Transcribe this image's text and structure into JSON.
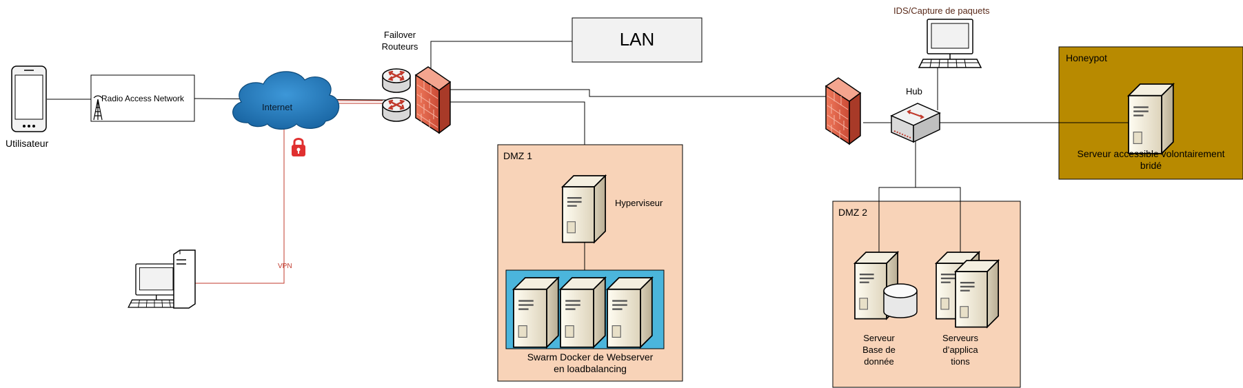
{
  "labels": {
    "user": "Utilisateur",
    "ran": "Radio Access Network",
    "internet": "Internet",
    "vpn": "VPN",
    "routers_line1": "Failover",
    "routers_line2": "Routeurs",
    "lan": "LAN",
    "ids": "IDS/Capture de paquets",
    "hub": "Hub",
    "honeypot_title": "Honeypot",
    "honeypot_server_line1": "Serveur accessible volontairement",
    "honeypot_server_line2": "bridé",
    "dmz1_title": "DMZ 1",
    "hypervisor": "Hyperviseur",
    "swarm_line1": "Swarm Docker de Webserver",
    "swarm_line2": "en loadbalancing",
    "dmz2_title": "DMZ 2",
    "db_line1": "Serveur",
    "db_line2": "Base de",
    "db_line3": "donnée",
    "app_line1": "Serveurs",
    "app_line2": "d’applica",
    "app_line3": "tions"
  },
  "colors": {
    "dmz_fill": "#f8d3b8",
    "honeypot_fill": "#b88a00",
    "swarm_fill": "#4bb5dc",
    "internet_fill": "#1f7ac2",
    "vpn_line": "#c0392b",
    "firewall": "#e8654a"
  },
  "icons": {
    "user": "smartphone-icon",
    "ran": "antenna-tower-icon",
    "internet": "cloud-icon",
    "lock": "lock-icon",
    "remote": "desktop-computer-icon",
    "routers": "router-icon",
    "firewall": "firewall-icon",
    "ids": "monitor-keyboard-icon",
    "hub": "network-hub-icon",
    "server": "server-tower-icon",
    "database": "database-icon"
  }
}
